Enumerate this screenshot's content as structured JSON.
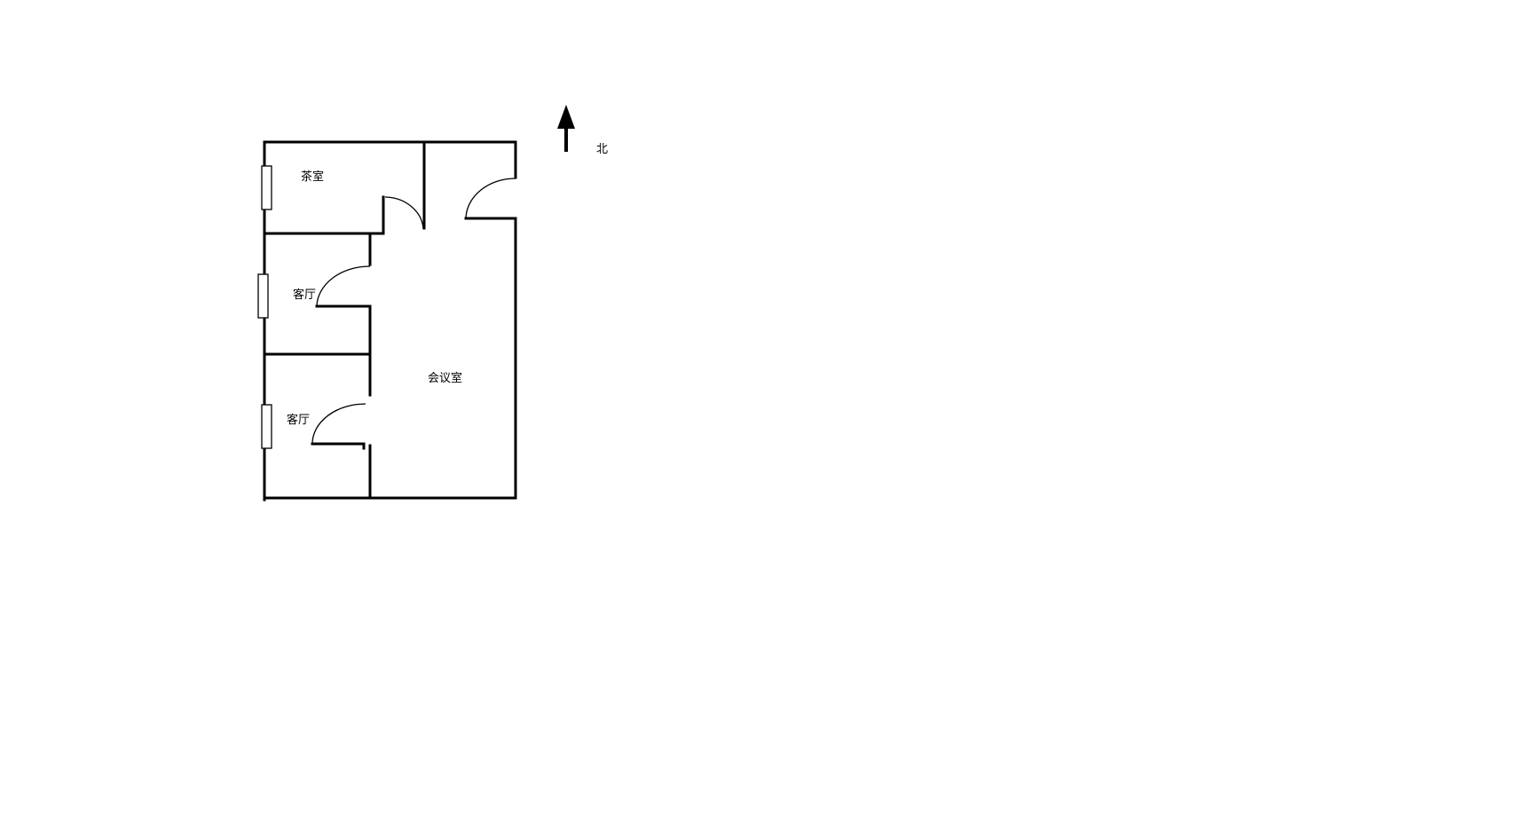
{
  "floorplan": {
    "rooms": {
      "tea_room": "茶室",
      "lobby_1": "客厅",
      "lobby_2": "客厅",
      "meeting_room": "会议室"
    },
    "compass": {
      "label": "北",
      "icon": "north-arrow-icon"
    }
  }
}
